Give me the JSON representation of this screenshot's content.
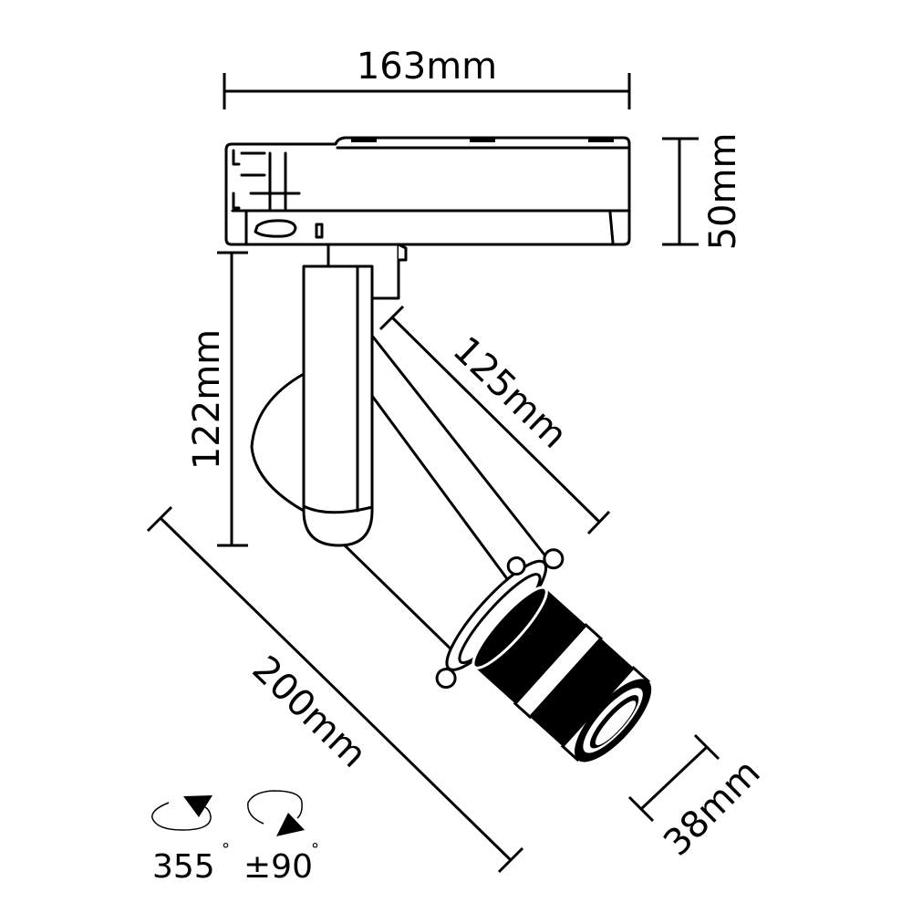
{
  "dimensions": {
    "length_track": "163mm",
    "height_track": "50mm",
    "arm_height": "122mm",
    "body_length": "125mm",
    "total_length": "200mm",
    "lens_diameter": "38mm"
  },
  "rotation": {
    "horizontal": "355",
    "vertical": "±90",
    "degree_symbol": "°"
  },
  "colors": {
    "line": "#000000",
    "background": "#ffffff"
  }
}
